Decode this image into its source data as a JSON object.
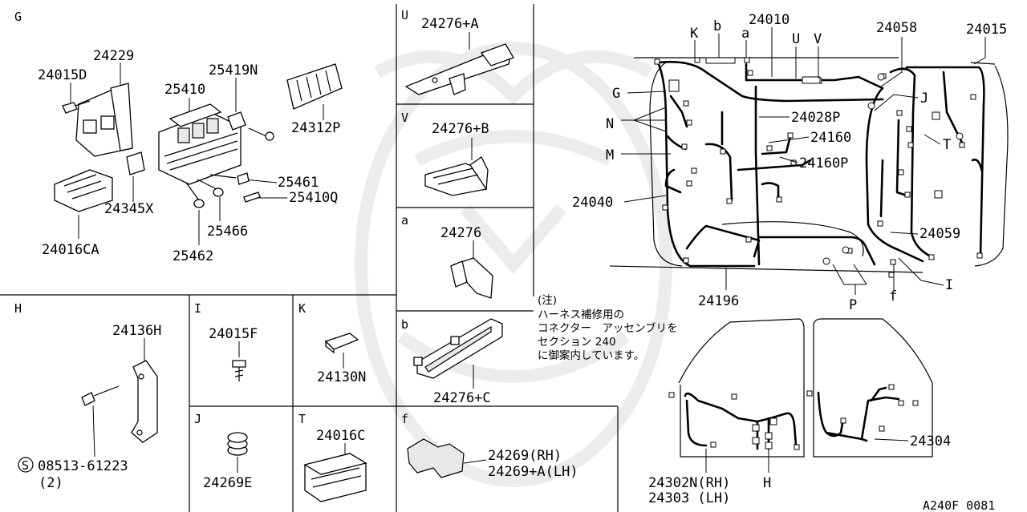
{
  "diagram_id": "A240F 0081",
  "sections": {
    "G": {
      "letter": "G",
      "parts": [
        "24229",
        "24015D",
        "25410",
        "25419N",
        "24312P",
        "25461",
        "25410Q",
        "24345X",
        "25466",
        "24016CA",
        "25462"
      ]
    },
    "U": {
      "letter": "U",
      "parts": [
        "24276+A"
      ]
    },
    "V": {
      "letter": "V",
      "parts": [
        "24276+B"
      ]
    },
    "a": {
      "letter": "a",
      "parts": [
        "24276"
      ]
    },
    "b": {
      "letter": "b",
      "parts": [
        "24276+C"
      ]
    },
    "H": {
      "letter": "H",
      "parts": [
        "24136H",
        "08513-61223",
        "(2)"
      ]
    },
    "I": {
      "letter": "I",
      "parts": [
        "24015F"
      ]
    },
    "K": {
      "letter": "K",
      "parts": [
        "24130N"
      ]
    },
    "J": {
      "letter": "J",
      "parts": [
        "24269E"
      ]
    },
    "T": {
      "letter": "T",
      "parts": [
        "24016C"
      ]
    },
    "f": {
      "letter": "f",
      "parts": [
        "24269(RH)",
        "24269+A(LH)"
      ]
    }
  },
  "main": {
    "top_labels": [
      "K",
      "b",
      "a",
      "24010",
      "U",
      "V",
      "24058",
      "24015"
    ],
    "left_labels": [
      "G",
      "N",
      "M",
      "24040"
    ],
    "center_labels": [
      "24028P",
      "24160",
      "24160P",
      "J",
      "T",
      "24059",
      "I",
      "24196",
      "P",
      "f"
    ],
    "door_labels": [
      "24302N(RH)",
      "24303 (LH)",
      "H",
      "24304"
    ]
  },
  "note": {
    "header": "(注)",
    "lines": [
      "ハーネス補修用の",
      "コネクター　アッセンブリを",
      "セクション 240",
      "に御案内しています。"
    ]
  },
  "screw_symbol": "S"
}
